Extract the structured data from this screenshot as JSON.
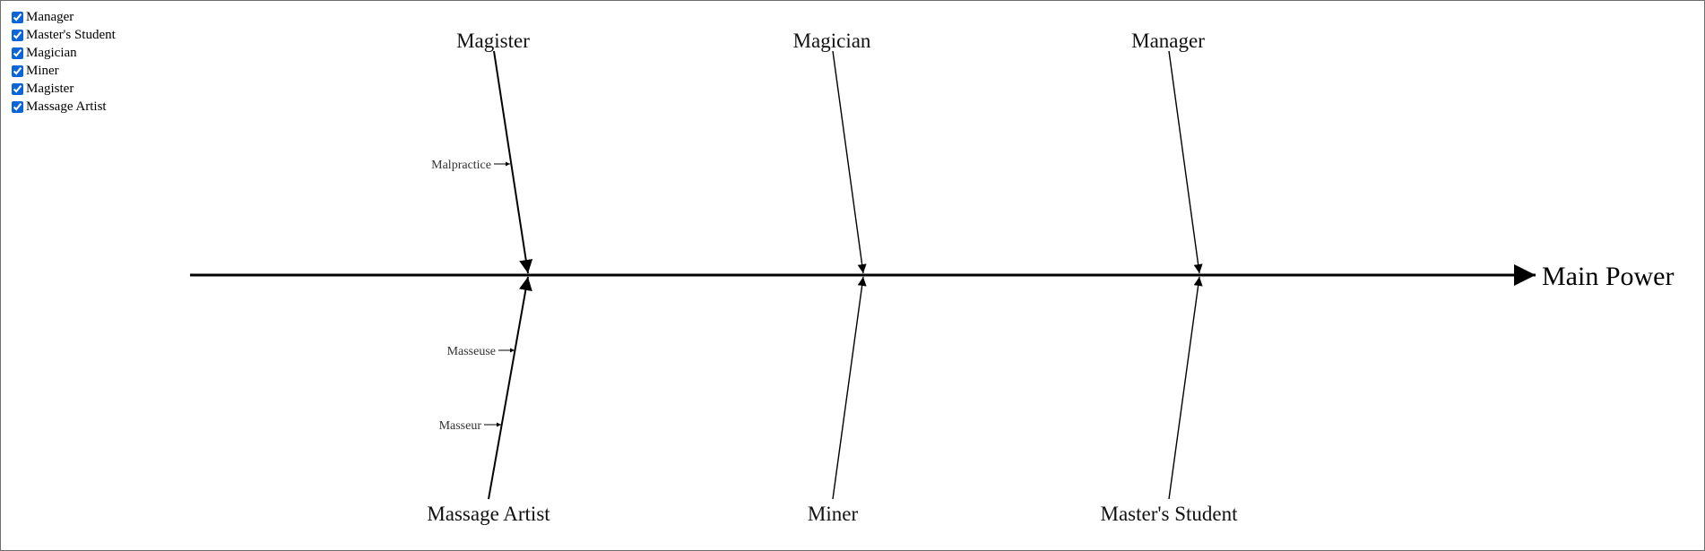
{
  "legend": {
    "items": [
      {
        "label": "Manager",
        "checked": true
      },
      {
        "label": "Master's Student",
        "checked": true
      },
      {
        "label": "Magician",
        "checked": true
      },
      {
        "label": "Miner",
        "checked": true
      },
      {
        "label": "Magister",
        "checked": true
      },
      {
        "label": "Massage Artist",
        "checked": true
      }
    ]
  },
  "fishbone": {
    "effect": "Main Power",
    "top_categories": [
      {
        "name": "Magister",
        "causes": [
          "Malpractice"
        ]
      },
      {
        "name": "Magician",
        "causes": []
      },
      {
        "name": "Manager",
        "causes": []
      }
    ],
    "bottom_categories": [
      {
        "name": "Massage Artist",
        "causes": [
          "Masseuse",
          "Masseur"
        ]
      },
      {
        "name": "Miner",
        "causes": []
      },
      {
        "name": "Master's Student",
        "causes": []
      }
    ]
  },
  "colors": {
    "line": "#000000",
    "checkbox_accent": "#0a66d8"
  }
}
